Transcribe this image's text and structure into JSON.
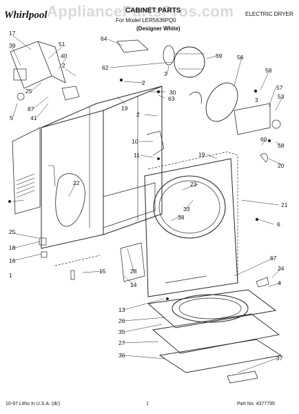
{
  "header": {
    "brand": "Whirlpool",
    "watermark": "AppliancePartsPros.com",
    "title": "CABINET PARTS",
    "model_line": "For Model LER5636PQ0",
    "variant": "(Designer White)",
    "product": "ELECTRIC DRYER"
  },
  "callouts": [
    "17",
    "39",
    "51",
    "40",
    "2",
    "25",
    "87",
    "5",
    "41",
    "64",
    "62",
    "3",
    "59",
    "2",
    "30",
    "63",
    "19",
    "56",
    "58",
    "57",
    "3",
    "53",
    "2",
    "10",
    "11",
    "22",
    "23",
    "33",
    "38",
    "19",
    "60",
    "58",
    "20",
    "21",
    "6",
    "25",
    "18",
    "16",
    "1",
    "15",
    "28",
    "14",
    "67",
    "24",
    "4",
    "13",
    "26",
    "35",
    "27",
    "36",
    "37"
  ],
  "footer": {
    "left": "10-97 Litho In U.S.A. (dc)",
    "page": "1",
    "part_no": "Part No. 4377795"
  },
  "colors": {
    "line": "#222222",
    "bg": "#ffffff"
  }
}
